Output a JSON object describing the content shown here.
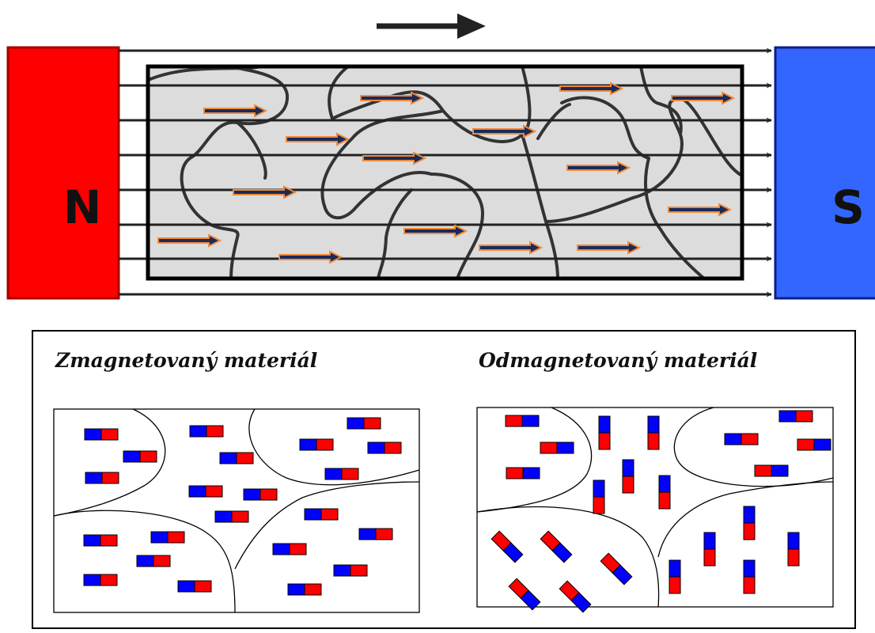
{
  "magnet": {
    "north_label": "N",
    "south_label": "S",
    "north_color": "#ff0000",
    "south_color": "#3366ff"
  },
  "domain_arrow_colors": {
    "fill": "#1a2a5a",
    "outline": "#f08a3a"
  },
  "dipole_colors": {
    "north_half": "#ff0000",
    "south_half": "#0000ff"
  },
  "panels": {
    "magnetized_title": "Zmagnetovaný materiál",
    "demagnetized_title": "Odmagnetovaný materiál"
  }
}
